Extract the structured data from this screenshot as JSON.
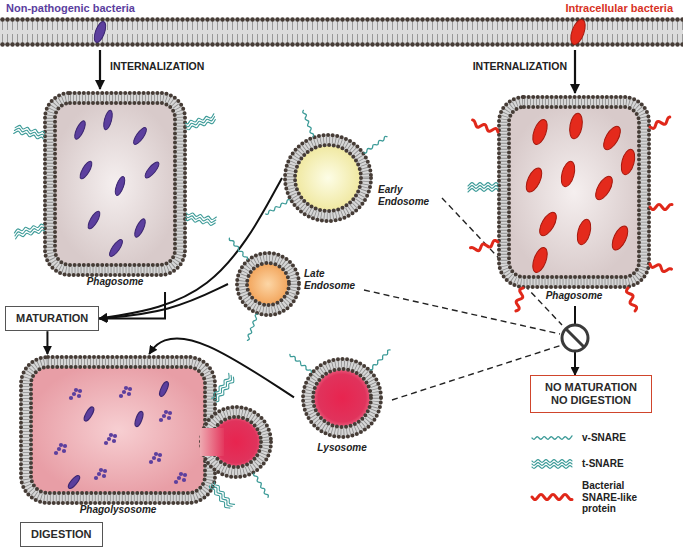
{
  "diagram": {
    "nodes": [
      {
        "text": [
          "Phagosome"
        ]
      },
      {
        "text": [
          "Early Endosome"
        ]
      },
      {
        "text": [
          "Phagosome"
        ]
      },
      {
        "text": [
          "Late Endosome"
        ]
      },
      {
        "text": [
          "MATURATION"
        ]
      },
      {
        "text": [
          "Lysosome"
        ]
      },
      {
        "text": [
          "NO MATURATION NO DIGESTION"
        ]
      },
      {
        "text": [
          "Phagolysosome"
        ]
      },
      {
        "text": [
          "DIGESTION"
        ]
      }
    ],
    "edges": [
      {
        "from": 0,
        "to": 4,
        "arrow": "to"
      },
      {
        "from": 4,
        "to": 7,
        "arrow": "to"
      },
      {
        "from": 1,
        "to": 4,
        "arrow": "to"
      },
      {
        "from": 3,
        "to": 4,
        "arrow": "to"
      },
      {
        "from": 5,
        "to": 7,
        "arrow": "to"
      },
      {
        "from": 2,
        "to": 6,
        "arrow": "to"
      }
    ],
    "labels": [
      "Non-pathogenic bacteria",
      "Intracellular bacteria",
      "INTERNALIZATION",
      "INTERNALIZATION"
    ],
    "legend": [
      {
        "text": "v-SNARE"
      },
      {
        "text": "t-SNARE"
      },
      {
        "text": "Bacterial SNARE-like protein"
      }
    ]
  }
}
